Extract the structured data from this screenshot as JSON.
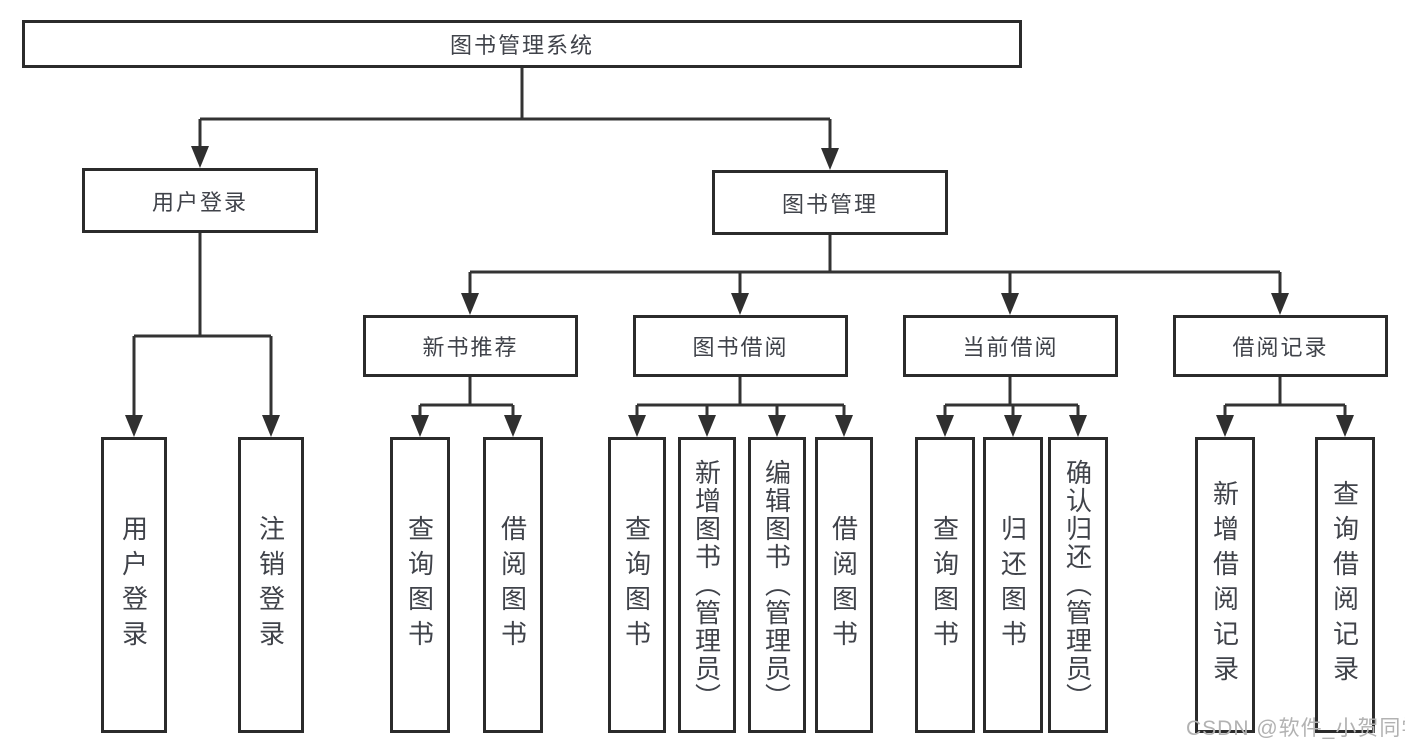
{
  "tree": {
    "root": {
      "label": "图书管理系统",
      "children": [
        {
          "label": "用户登录",
          "children": [
            {
              "label": "用户登录"
            },
            {
              "label": "注销登录"
            }
          ]
        },
        {
          "label": "图书管理",
          "children": [
            {
              "label": "新书推荐",
              "children": [
                {
                  "label": "查询图书"
                },
                {
                  "label": "借阅图书"
                }
              ]
            },
            {
              "label": "图书借阅",
              "children": [
                {
                  "label": "查询图书"
                },
                {
                  "label": "新增图书（管理员）"
                },
                {
                  "label": "编辑图书（管理员）"
                },
                {
                  "label": "借阅图书"
                }
              ]
            },
            {
              "label": "当前借阅",
              "children": [
                {
                  "label": "查询图书"
                },
                {
                  "label": "归还图书"
                },
                {
                  "label": "确认归还（管理员）"
                }
              ]
            },
            {
              "label": "借阅记录",
              "children": [
                {
                  "label": "新增借阅记录"
                },
                {
                  "label": "查询借阅记录"
                }
              ]
            }
          ]
        }
      ]
    }
  },
  "watermark": {
    "text": "CSDN @软件_小贺同学"
  },
  "colors": {
    "line": "#333333",
    "box_border": "#2b2b2b",
    "text": "#40434a",
    "watermark": "#b2b2b2",
    "background": "#ffffff"
  }
}
